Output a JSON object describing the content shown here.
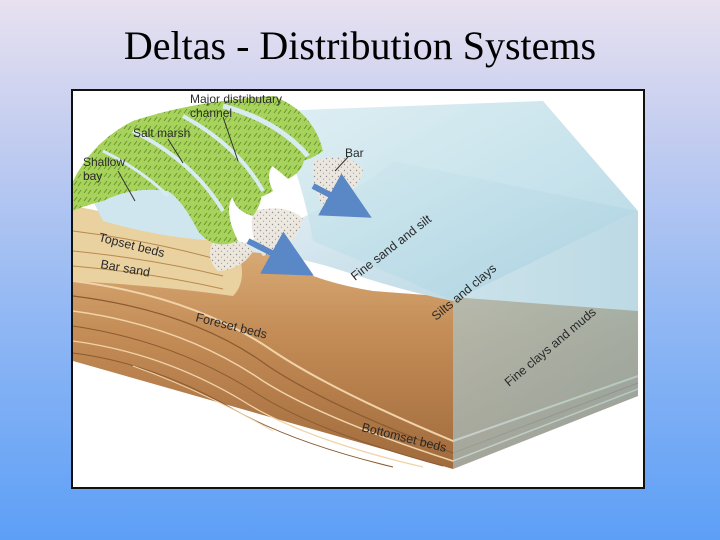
{
  "slide": {
    "title": "Deltas - Distribution Systems"
  },
  "diagram": {
    "labels": {
      "major_channel_line1": "Major distributary",
      "major_channel_line2": "channel",
      "salt_marsh": "Salt marsh",
      "shallow_bay_line1": "Shallow",
      "shallow_bay_line2": "bay",
      "bar": "Bar",
      "topset_beds": "Topset beds",
      "bar_sand": "Bar sand",
      "fine_sand_silt": "Fine sand and silt",
      "silts_clays": "Silts and clays",
      "fine_clays_muds": "Fine clays and muds",
      "foreset_beds": "Foreset beds",
      "bottomset_beds": "Bottomset beds"
    },
    "colors": {
      "water": "#bfe0ea",
      "water_shadow": "#a9cfdd",
      "marsh": "#a7cf5a",
      "marsh_dark": "#6ea531",
      "sediment_light": "#e6c99a",
      "sediment_dark": "#9c6a3a",
      "arrow": "#5a88c7"
    }
  }
}
